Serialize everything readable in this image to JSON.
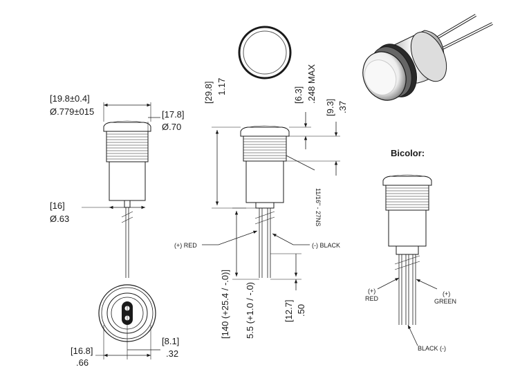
{
  "dimensions": {
    "bezel_diameter": {
      "metric": "[19.8±0.4]",
      "imperial": "Ø.779±015"
    },
    "thread_diameter": {
      "metric": "[17.8]",
      "imperial": "Ø.70"
    },
    "mount_hole": {
      "metric": "[16]",
      "imperial": "Ø.63"
    },
    "overall_height": {
      "metric": "[29.8]",
      "imperial": "1.17"
    },
    "bezel_height": {
      "metric": "[6.3]",
      "imperial": ".248 MAX"
    },
    "thread_length": {
      "metric": "[9.3]",
      "imperial": ".37"
    },
    "thread_spec": "11/16\" - 27NS",
    "lead_length": {
      "metric": "[140 (+25.4 / -.0)]",
      "imperial": "5.5 (+1.0 / -.0)"
    },
    "lead_spacing": {
      "metric": "[12.7]",
      "imperial": ".50"
    },
    "hex_width": {
      "metric": "[16.8]",
      "imperial": ".66"
    },
    "pin_pitch": {
      "metric": "[8.1]",
      "imperial": ".32"
    }
  },
  "labels": {
    "red_lead": "(+) RED",
    "black_lead": "(-) BLACK",
    "bicolor_title": "Bicolor:",
    "bicolor_red": [
      "(+)",
      "RED"
    ],
    "bicolor_green": [
      "(+)",
      "GREEN"
    ],
    "bicolor_black": "BLACK (-)"
  },
  "colors": {
    "line": "#1a1a1a",
    "background": "#ffffff"
  }
}
